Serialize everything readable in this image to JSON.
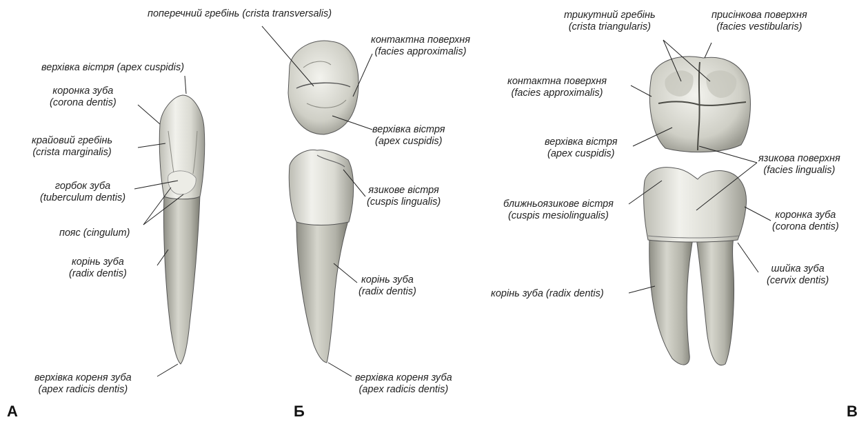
{
  "figure": {
    "panels": {
      "a": "А",
      "b": "Б",
      "c": "В"
    },
    "colors": {
      "background": "#ffffff",
      "ink": "#222222",
      "tooth": "#dcdcd4",
      "root": "#b8b8ae"
    },
    "labels": {
      "a_apex_cuspidis": [
        "верхівка вістря (apex cuspidis)"
      ],
      "a_corona": [
        "коронка зуба",
        "(corona dentis)"
      ],
      "a_crista_marginalis": [
        "крайовий гребінь",
        "(crista marginalis)"
      ],
      "a_tuberculum": [
        "горбок зуба",
        "(tuberculum dentis)"
      ],
      "a_cingulum": [
        "пояс (cingulum)"
      ],
      "a_radix": [
        "корінь зуба",
        "(radix dentis)"
      ],
      "a_apex_radicis": [
        "верхівка кореня зуба",
        "(apex radicis dentis)"
      ],
      "b_crista_transversalis": [
        "поперечний гребінь (crista transversalis)"
      ],
      "b_facies_approximalis": [
        "контактна поверхня",
        "(facies approximalis)"
      ],
      "b_apex_cuspidis": [
        "верхівка вістря",
        "(apex cuspidis)"
      ],
      "b_cuspis_lingualis": [
        "язикове вістря",
        "(cuspis lingualis)"
      ],
      "b_radix": [
        "корінь зуба",
        "(radix dentis)"
      ],
      "b_apex_radicis": [
        "верхівка кореня зуба",
        "(apex radicis dentis)"
      ],
      "c_crista_triangularis": [
        "трикутний гребінь",
        "(crista triangularis)"
      ],
      "c_facies_vestibularis": [
        "присінкова поверхня",
        "(facies vestibularis)"
      ],
      "c_facies_approximalis": [
        "контактна поверхня",
        "(facies approximalis)"
      ],
      "c_apex_cuspidis": [
        "верхівка вістря",
        "(apex cuspidis)"
      ],
      "c_facies_lingualis": [
        "язикова поверхня",
        "(facies lingualis)"
      ],
      "c_cuspis_mesiolingualis": [
        "ближньоязикове вістря",
        "(cuspis mesiolingualis)"
      ],
      "c_corona": [
        "коронка зуба",
        "(corona dentis)"
      ],
      "c_cervix": [
        "шийка зуба",
        "(cervix dentis)"
      ],
      "c_radix": [
        "корінь зуба (radix dentis)"
      ]
    }
  }
}
